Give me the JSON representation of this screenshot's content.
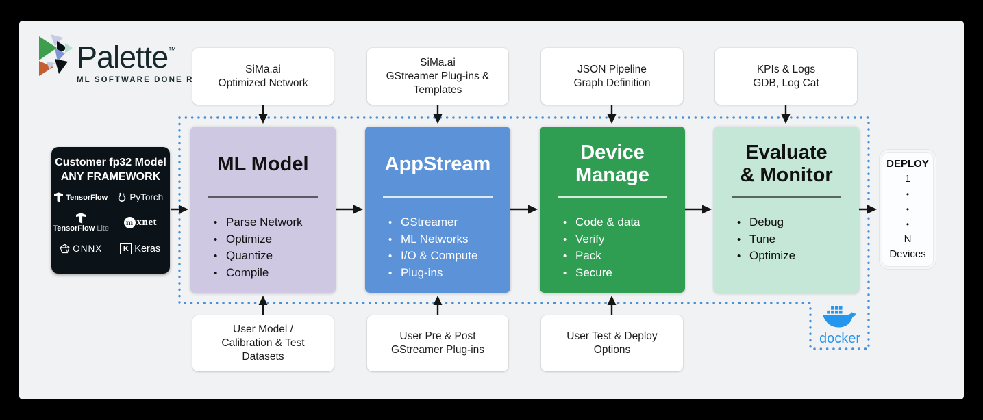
{
  "brand": {
    "name": "Palette",
    "trademark": "™",
    "tagline": "ML SOFTWARE DONE RIGHT"
  },
  "top_inputs": [
    {
      "label": "SiMa.ai\nOptimized Network"
    },
    {
      "label": "SiMa.ai\nGStreamer Plug-ins &\nTemplates"
    },
    {
      "label": "JSON Pipeline\nGraph Definition"
    },
    {
      "label": "KPIs & Logs\nGDB, Log Cat"
    }
  ],
  "source": {
    "title": "Customer fp32 Model\nANY FRAMEWORK",
    "frameworks": {
      "tensorflow": "TensorFlow",
      "pytorch": "PyTorch",
      "tensorflow_lite": "TensorFlow",
      "tensorflow_lite_suffix": "Lite",
      "mxnet_initial": "m",
      "mxnet_rest": "xnet",
      "onnx": "ONNX",
      "keras_initial": "K",
      "keras": "Keras"
    }
  },
  "stages": [
    {
      "title": "ML Model",
      "items": [
        "Parse Network",
        "Optimize",
        "Quantize",
        "Compile"
      ],
      "color": "#cec8e2"
    },
    {
      "title": "AppStream",
      "items": [
        "GStreamer",
        "ML Networks",
        "I/O & Compute",
        "Plug-ins"
      ],
      "color": "#5b92d8"
    },
    {
      "title": "Device\nManage",
      "items": [
        "Code & data",
        "Verify",
        "Pack",
        "Secure"
      ],
      "color": "#2f9e53"
    },
    {
      "title": "Evaluate\n& Monitor",
      "items": [
        "Debug",
        "Tune",
        "Optimize"
      ],
      "color": "#c5e7d8"
    }
  ],
  "bottom_inputs": [
    {
      "label": "User Model /\nCalibration & Test\nDatasets"
    },
    {
      "label": "User Pre & Post\nGStreamer Plug-ins"
    },
    {
      "label": "User Test & Deploy\nOptions"
    }
  ],
  "deploy": {
    "heading": "DEPLOY",
    "lines": [
      "1",
      "•",
      "•",
      "•",
      "N",
      "Devices"
    ]
  },
  "docker": {
    "label": "docker"
  },
  "colors": {
    "dotted_border": "#4a90d9",
    "docker_blue": "#2496ed",
    "stage_ml_model": "#cec8e2",
    "stage_appstream": "#5b92d8",
    "stage_device_manage": "#2f9e53",
    "stage_evaluate_monitor": "#c5e7d8",
    "canvas_background": "#f1f2f4",
    "frame": "#000000"
  }
}
